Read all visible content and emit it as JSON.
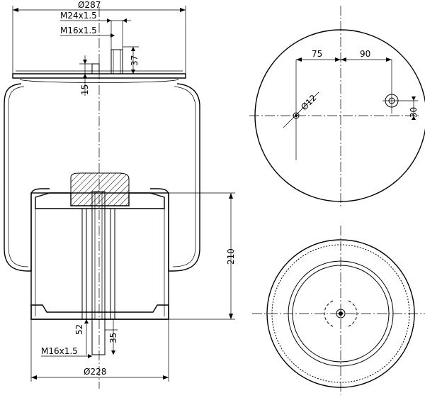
{
  "side_view": {
    "dim_top_diameter": "Ø287",
    "dim_top_thread": "M24x1.5",
    "dim_top_bolt_thread": "M16x1.5",
    "dim_top_height": "37",
    "dim_left_height": "15",
    "dim_total_height": "210",
    "dim_bottom_52": "52",
    "dim_bottom_35": "35",
    "dim_bottom_thread": "M16x1.5",
    "dim_bottom_diameter": "Ø228"
  },
  "top_view": {
    "dim_75": "75",
    "dim_90": "90",
    "dim_hole": "Ø12",
    "dim_30": "30"
  }
}
